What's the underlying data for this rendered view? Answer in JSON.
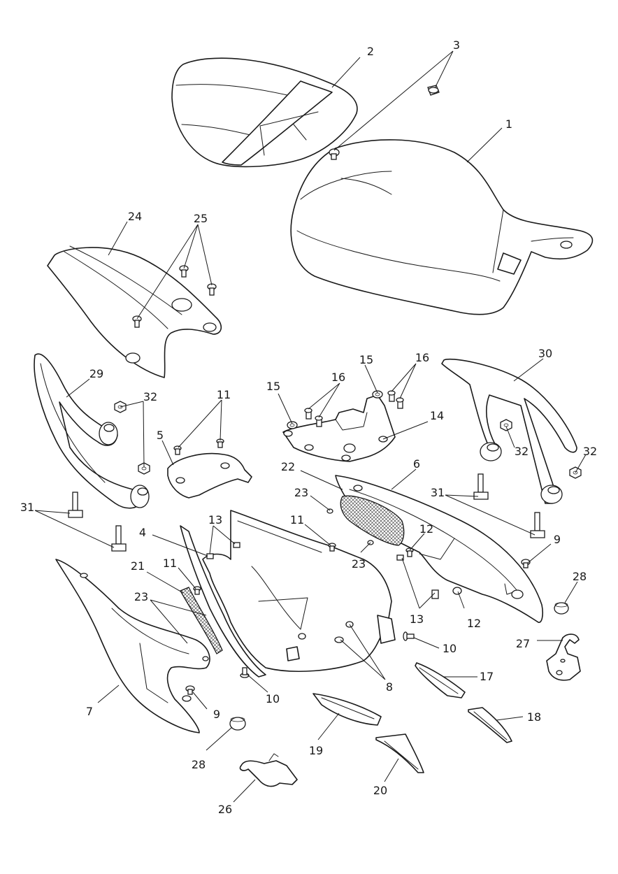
{
  "diagram": {
    "labels": {
      "p1": "1",
      "p2": "2",
      "p3": "3",
      "p4": "4",
      "p5": "5",
      "p6": "6",
      "p7": "7",
      "p8": "8",
      "p9a": "9",
      "p9b": "9",
      "p10a": "10",
      "p10b": "10",
      "p11a": "11",
      "p11b": "11",
      "p11c": "11",
      "p12a": "12",
      "p12b": "12",
      "p13a": "13",
      "p13b": "13",
      "p14": "14",
      "p15a": "15",
      "p15b": "15",
      "p16a": "16",
      "p16b": "16",
      "p17": "17",
      "p18": "18",
      "p19": "19",
      "p20": "20",
      "p21": "21",
      "p22": "22",
      "p23a": "23",
      "p23b": "23",
      "p23c": "23",
      "p24": "24",
      "p25": "25",
      "p26": "26",
      "p27": "27",
      "p28a": "28",
      "p28b": "28",
      "p29": "29",
      "p30": "30",
      "p31a": "31",
      "p31b": "31",
      "p32a": "32",
      "p32b": "32",
      "p32c": "32"
    }
  }
}
